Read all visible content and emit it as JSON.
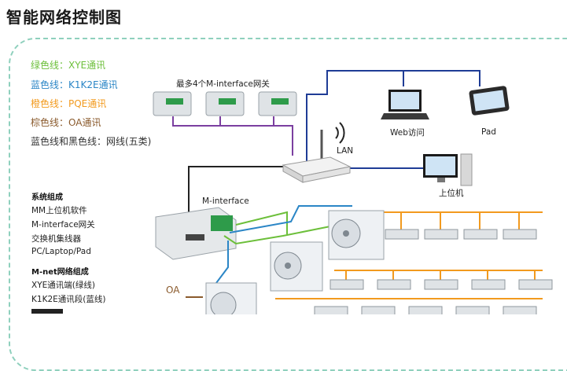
{
  "title": "智能网络控制图",
  "legend": [
    {
      "text": "绿色线：XYE通讯",
      "color": "#6cbf3a"
    },
    {
      "text": "蓝色线：K1K2E通讯",
      "color": "#2b86c6"
    },
    {
      "text": "橙色线：PQE通讯",
      "color": "#f29a1e"
    },
    {
      "text": "棕色线：OA通讯",
      "color": "#8a5a2c"
    },
    {
      "text": "蓝色线和黑色线：网线(五类)",
      "color": "#333333"
    }
  ],
  "system_group": {
    "heading": "系统组成",
    "items": [
      "MM上位机软件",
      "M-interface网关",
      "交换机集线器",
      "PC/Laptop/Pad"
    ]
  },
  "mnet_group": {
    "heading": "M-net网络组成",
    "items": [
      "XYE通讯端(绿线)",
      "K1K2E通讯段(蓝线)"
    ]
  },
  "labels": {
    "gateways_top": "最多4个M-interface网关",
    "lan": "LAN",
    "web": "Web访问",
    "pad": "Pad",
    "host": "上位机",
    "minterface": "M-interface",
    "oa": "OA"
  },
  "colors": {
    "green": "#6cbf3a",
    "blue": "#2b86c6",
    "navy": "#1f3c96",
    "orange": "#f29a1e",
    "brown": "#8a5a2c",
    "purple": "#7b3fa0",
    "frame": "#8fd0bd"
  }
}
